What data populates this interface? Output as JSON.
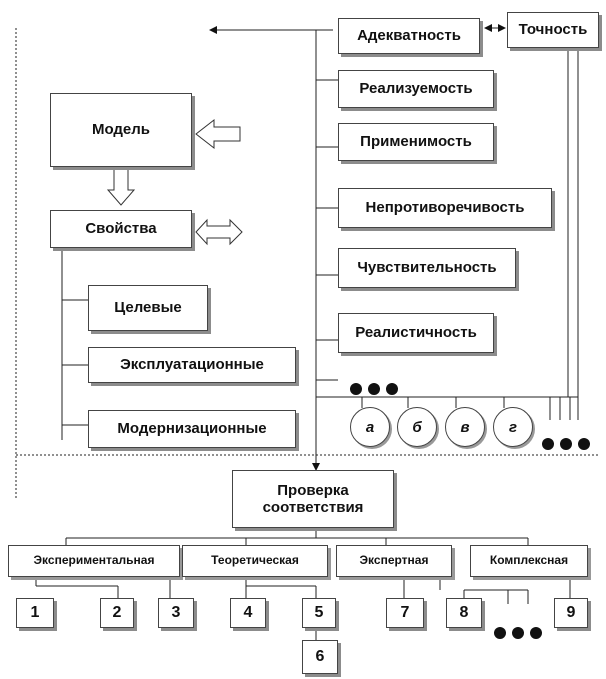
{
  "model": {
    "label": "Модель"
  },
  "properties": {
    "label": "Свойства"
  },
  "property_types": [
    "Целевые",
    "Эксплуатационные",
    "Модернизационные"
  ],
  "criteria": [
    "Адекватность",
    "Реализуемость",
    "Применимость",
    "Непротиворечивость",
    "Чувствительность",
    "Реалистичность"
  ],
  "accuracy": {
    "label": "Точность"
  },
  "accuracy_subitems": [
    "а",
    "б",
    "в",
    "г"
  ],
  "check": {
    "label": "Проверка соответствия"
  },
  "check_types": [
    "Экспериментальная",
    "Теоретическая",
    "Экспертная",
    "Комплексная"
  ],
  "methods": [
    "1",
    "2",
    "3",
    "4",
    "5",
    "6",
    "7",
    "8",
    "9"
  ]
}
